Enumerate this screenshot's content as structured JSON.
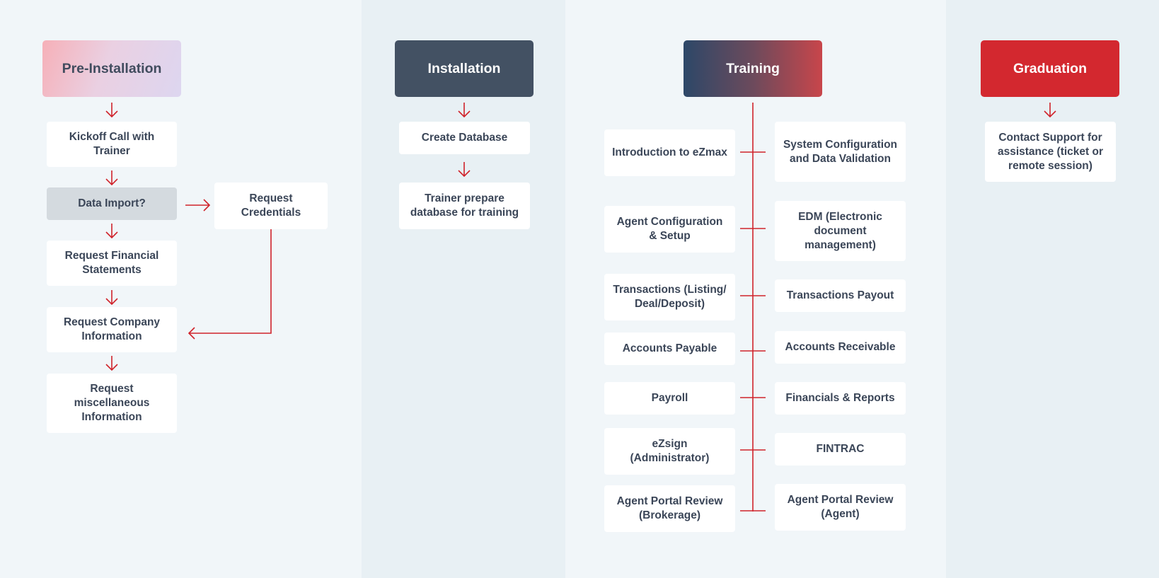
{
  "colors": {
    "accent_red": "#d0232b",
    "box_text": "#3b4658",
    "installation_header": "#435163",
    "graduation_header": "#d3282f"
  },
  "phases": {
    "pre_installation": {
      "title": "Pre-Installation",
      "steps": [
        "Kickoff Call with Trainer",
        "Data Import?",
        "Request Financial Statements",
        "Request Company Information",
        "Request miscellaneous Information"
      ],
      "branch": "Request Credentials"
    },
    "installation": {
      "title": "Installation",
      "steps": [
        "Create Database",
        "Trainer prepare database for training"
      ]
    },
    "training": {
      "title": "Training",
      "left": [
        "Introduction to eZmax",
        "Agent Configuration & Setup",
        "Transactions (Listing/ Deal/Deposit)",
        "Accounts Payable",
        "Payroll",
        "eZsign (Administrator)",
        "Agent Portal Review (Brokerage)"
      ],
      "right": [
        "System Configuration and Data Validation",
        "EDM (Electronic document management)",
        "Transactions Payout",
        "Accounts Receivable",
        "Financials & Reports",
        "FINTRAC",
        "Agent Portal Review (Agent)"
      ]
    },
    "graduation": {
      "title": "Graduation",
      "steps": [
        "Contact Support for assistance (ticket or remote session)"
      ]
    }
  }
}
